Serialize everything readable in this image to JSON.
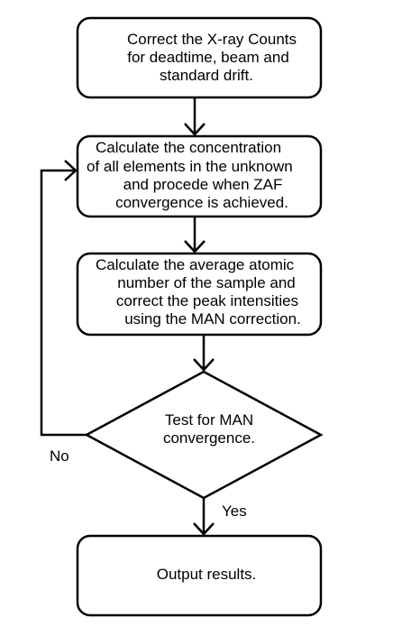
{
  "nodes": {
    "correct_counts": [
      "Correct the X-ray Counts",
      "for deadtime, beam and",
      "standard drift."
    ],
    "calc_concentration": [
      "Calculate the concentration",
      "of all elements in the unknown",
      "and procede when ZAF",
      "convergence is achieved."
    ],
    "calc_atomic_number": [
      "Calculate the average atomic",
      "number of the sample and",
      "correct the peak intensities",
      "using the MAN correction."
    ],
    "test_convergence": [
      "Test for MAN",
      "convergence."
    ],
    "output": [
      "Output results."
    ]
  },
  "edge_labels": {
    "no": "No",
    "yes": "Yes"
  }
}
